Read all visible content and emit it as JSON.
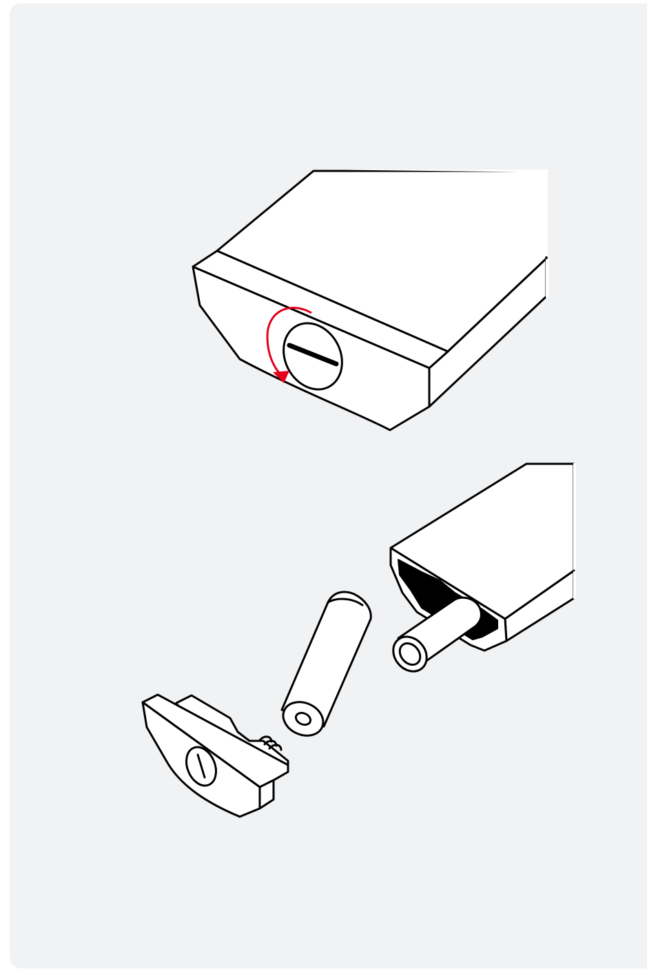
{
  "figure": {
    "background_color": "#f1f2f4",
    "line_color": "#000000",
    "arrow_color": "#e3001b",
    "step_1": {
      "subject": "remote-control-end",
      "action": "rotate-battery-cap-counterclockwise"
    },
    "step_2": {
      "parts": [
        "battery-cap",
        "battery",
        "remote-control-battery-compartment"
      ]
    }
  }
}
